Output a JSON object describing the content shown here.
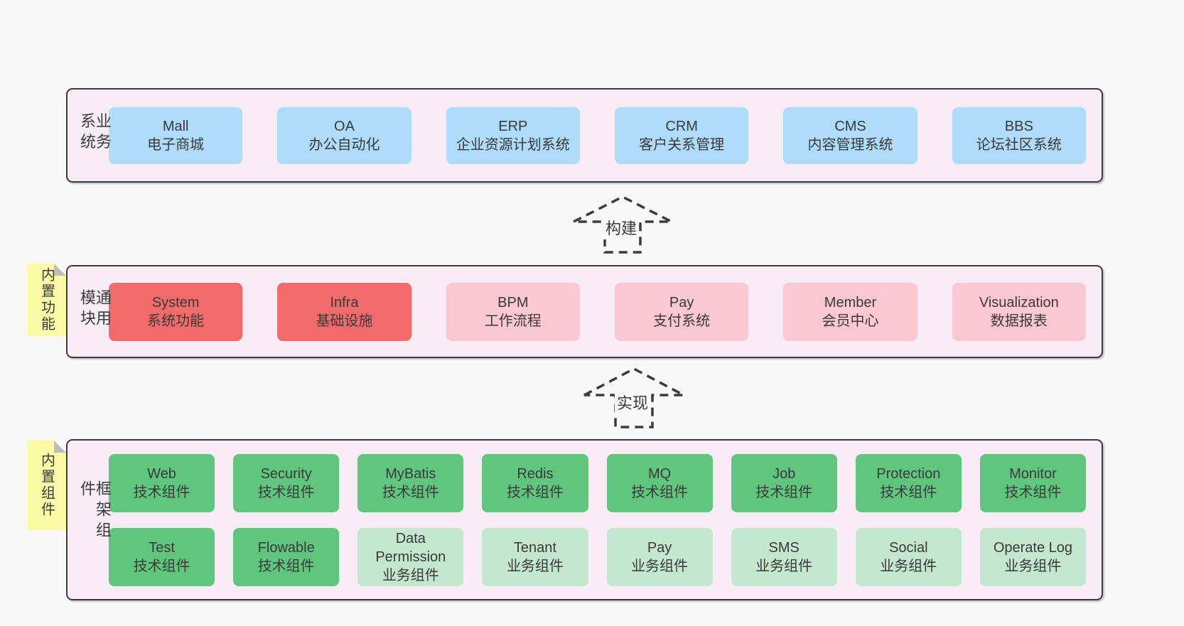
{
  "colors": {
    "page_bg": "#f8f8f8",
    "band_bg": "#f8edf6",
    "band_border": "#3b3b3b",
    "blue_box": "#aedcfa",
    "red_box": "#f16b6b",
    "pink_box": "#fbc7d1",
    "green_box": "#61c67d",
    "light_green_box": "#c3e8cd",
    "note_bg": "#fbfaa5",
    "note_fold": "#bdbdbd",
    "text": "#3a3a3a"
  },
  "bands": [
    {
      "label": "业务系统",
      "boxes": [
        {
          "name": "Mall",
          "desc": "电子商城"
        },
        {
          "name": "OA",
          "desc": "办公自动化"
        },
        {
          "name": "ERP",
          "desc": "企业资源计划系统"
        },
        {
          "name": "CRM",
          "desc": "客户关系管理"
        },
        {
          "name": "CMS",
          "desc": "内容管理系统"
        },
        {
          "name": "BBS",
          "desc": "论坛社区系统"
        }
      ]
    },
    {
      "label": "通用模块",
      "note": "内置功能",
      "boxes": [
        {
          "name": "System",
          "desc": "系统功能",
          "variant": "red"
        },
        {
          "name": "Infra",
          "desc": "基础设施",
          "variant": "red"
        },
        {
          "name": "BPM",
          "desc": "工作流程",
          "variant": "pink"
        },
        {
          "name": "Pay",
          "desc": "支付系统",
          "variant": "pink"
        },
        {
          "name": "Member",
          "desc": "会员中心",
          "variant": "pink"
        },
        {
          "name": "Visualization",
          "desc": "数据报表",
          "variant": "pink"
        }
      ]
    },
    {
      "label": "框架组件",
      "note": "内置组件",
      "rows": [
        [
          {
            "name": "Web",
            "desc": "技术组件",
            "variant": "green"
          },
          {
            "name": "Security",
            "desc": "技术组件",
            "variant": "green"
          },
          {
            "name": "MyBatis",
            "desc": "技术组件",
            "variant": "green"
          },
          {
            "name": "Redis",
            "desc": "技术组件",
            "variant": "green"
          },
          {
            "name": "MQ",
            "desc": "技术组件",
            "variant": "green"
          },
          {
            "name": "Job",
            "desc": "技术组件",
            "variant": "green"
          },
          {
            "name": "Protection",
            "desc": "技术组件",
            "variant": "green"
          },
          {
            "name": "Monitor",
            "desc": "技术组件",
            "variant": "green"
          }
        ],
        [
          {
            "name": "Test",
            "desc": "技术组件",
            "variant": "green"
          },
          {
            "name": "Flowable",
            "desc": "技术组件",
            "variant": "green"
          },
          {
            "name": "Data Permission",
            "desc": "业务组件",
            "variant": "light-green"
          },
          {
            "name": "Tenant",
            "desc": "业务组件",
            "variant": "light-green"
          },
          {
            "name": "Pay",
            "desc": "业务组件",
            "variant": "light-green"
          },
          {
            "name": "SMS",
            "desc": "业务组件",
            "variant": "light-green"
          },
          {
            "name": "Social",
            "desc": "业务组件",
            "variant": "light-green"
          },
          {
            "name": "Operate Log",
            "desc": "业务组件",
            "variant": "light-green"
          }
        ]
      ]
    }
  ],
  "arrows": [
    {
      "label": "构建"
    },
    {
      "label": "实现"
    }
  ]
}
